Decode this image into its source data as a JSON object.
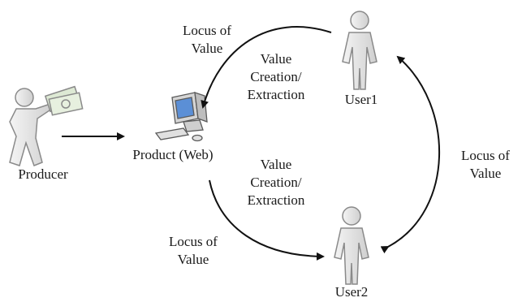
{
  "nodes": {
    "producer": "Producer",
    "product": "Product (Web)",
    "user1": "User1",
    "user2": "User2"
  },
  "labels": {
    "locus_top": [
      "Locus of",
      "Value"
    ],
    "locus_right": [
      "Locus of",
      "Value"
    ],
    "locus_bottom": [
      "Locus of",
      "Value"
    ],
    "value_top": [
      "Value",
      "Creation/",
      "Extraction"
    ],
    "value_bottom": [
      "Value",
      "Creation/",
      "Extraction"
    ]
  },
  "colors": {
    "figure_fill": "#e6e6e6",
    "figure_stroke": "#8a8a8a",
    "arrow": "#111111",
    "money": "#d9e6d2",
    "screen": "#5b8fd6"
  },
  "icons": {
    "producer": "person-holding-money-icon",
    "product": "computer-icon",
    "user1": "person-icon",
    "user2": "person-icon"
  }
}
